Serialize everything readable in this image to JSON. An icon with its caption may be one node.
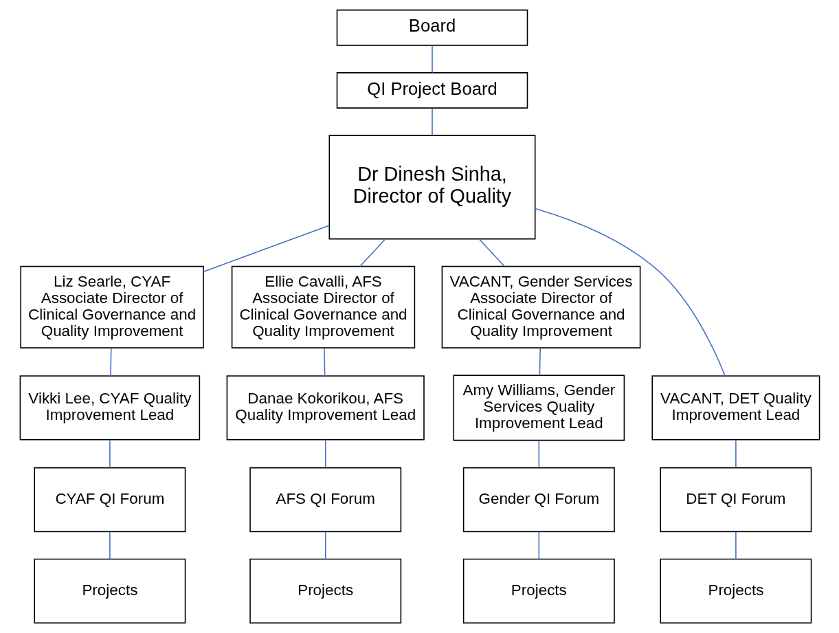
{
  "diagram": {
    "nodes": [
      {
        "text": [
          "Board"
        ]
      },
      {
        "text": [
          "QI Project Board"
        ]
      },
      {
        "text": [
          "Dr Dinesh Sinha, Director of Quality"
        ]
      },
      {
        "text": [
          "Liz Searle, CYAF Associate Director of Clinical Governance and Quality Improvement"
        ]
      },
      {
        "text": [
          "Ellie Cavalli, AFS Associate Director of Clinical Governance and Quality Improvement"
        ]
      },
      {
        "text": [
          "VACANT, Gender Services Associate Director of Clinical Governance and Quality Improvement"
        ]
      },
      {
        "text": [
          "Vikki Lee, CYAF Quality Improvement Lead"
        ]
      },
      {
        "text": [
          "Danae Kokorikou, AFS Quality Improvement Lead"
        ]
      },
      {
        "text": [
          "Amy Williams, Gender Services Quality Improvement Lead"
        ]
      },
      {
        "text": [
          "VACANT, DET Quality Improvement Lead"
        ]
      },
      {
        "text": [
          "CYAF QI Forum"
        ]
      },
      {
        "text": [
          "AFS QI Forum"
        ]
      },
      {
        "text": [
          "Gender QI Forum"
        ]
      },
      {
        "text": [
          "DET QI Forum"
        ]
      },
      {
        "text": [
          "Projects"
        ]
      },
      {
        "text": [
          "Projects"
        ]
      },
      {
        "text": [
          "Projects"
        ]
      },
      {
        "text": [
          "Projects"
        ]
      }
    ],
    "edges": [
      {
        "from": 0,
        "to": 1,
        "arrow": "none"
      },
      {
        "from": 1,
        "to": 2,
        "arrow": "none"
      },
      {
        "from": 2,
        "to": 3,
        "arrow": "none"
      },
      {
        "from": 2,
        "to": 4,
        "arrow": "none"
      },
      {
        "from": 2,
        "to": 5,
        "arrow": "none"
      },
      {
        "from": 2,
        "to": 9,
        "arrow": "none"
      },
      {
        "from": 3,
        "to": 6,
        "arrow": "none"
      },
      {
        "from": 4,
        "to": 7,
        "arrow": "none"
      },
      {
        "from": 5,
        "to": 8,
        "arrow": "none"
      },
      {
        "from": 6,
        "to": 10,
        "arrow": "none"
      },
      {
        "from": 7,
        "to": 11,
        "arrow": "none"
      },
      {
        "from": 8,
        "to": 12,
        "arrow": "none"
      },
      {
        "from": 9,
        "to": 13,
        "arrow": "none"
      },
      {
        "from": 10,
        "to": 14,
        "arrow": "none"
      },
      {
        "from": 11,
        "to": 15,
        "arrow": "none"
      },
      {
        "from": 12,
        "to": 16,
        "arrow": "none"
      },
      {
        "from": 13,
        "to": 17,
        "arrow": "none"
      }
    ]
  }
}
